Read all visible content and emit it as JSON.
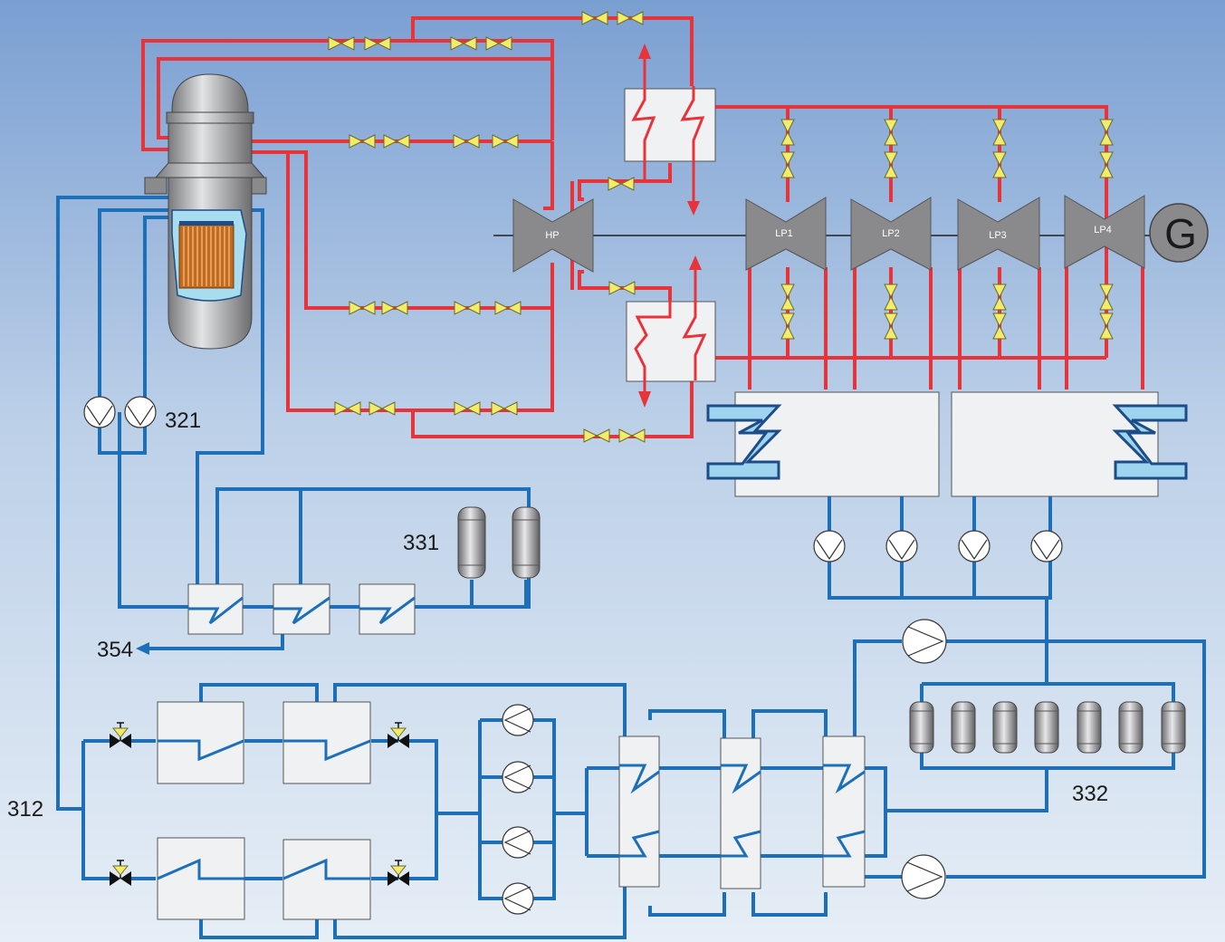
{
  "labels": {
    "reactor_coolant_pumps": "321",
    "purification_tanks": "331",
    "outlet_354": "354",
    "feedwater_tanks": "332",
    "loop_312": "312"
  },
  "turbines": {
    "hp": "HP",
    "lp1": "LP1",
    "lp2": "LP2",
    "lp3": "LP3",
    "lp4": "LP4"
  },
  "generator": "G",
  "colors": {
    "steam": "#e8333a",
    "water": "#1d6fb8",
    "valve": "#f2ec6a",
    "turbine": "#8a8a8c",
    "background_top": "#7a9fd2",
    "background_bottom": "#e6eef6"
  }
}
